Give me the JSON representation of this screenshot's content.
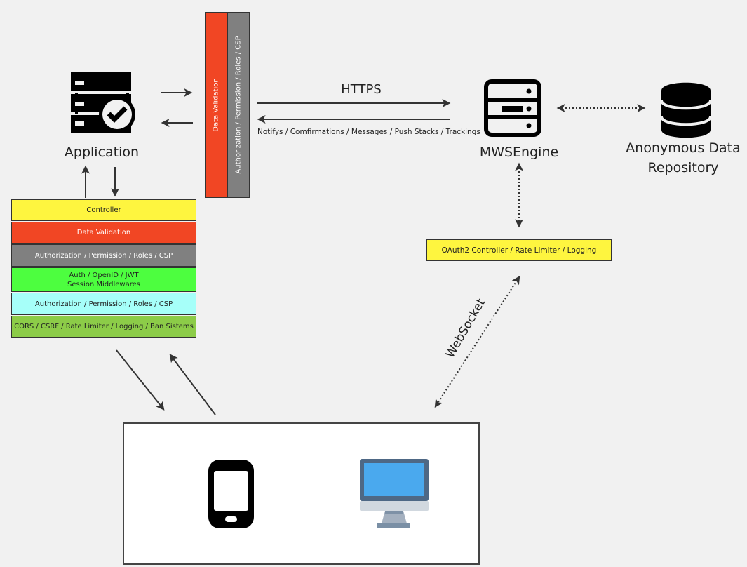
{
  "nodes": {
    "application": {
      "label": "Application",
      "icon": "server-check-icon"
    },
    "mwsengine": {
      "label": "MWSEngine",
      "icon": "server-icon"
    },
    "repository": {
      "label_line1": "Anonymous Data",
      "label_line2": "Repository",
      "icon": "database-icon"
    },
    "clients": {
      "icons": [
        "smartphone-icon",
        "desktop-monitor-icon"
      ]
    }
  },
  "middleware_stack": [
    {
      "label": "Controller",
      "color": "#fef53f",
      "text_color": "#222222"
    },
    {
      "label": "Data Validation",
      "color": "#f14624",
      "text_color": "#ffffff"
    },
    {
      "label": "Authorization / Permission / Roles / CSP",
      "color": "#808080",
      "text_color": "#ffffff"
    },
    {
      "label": "Auth / OpenID / JWT",
      "label2": "Session Middlewares",
      "color": "#4dfe3f",
      "text_color": "#222222"
    },
    {
      "label": "Authorization / Permission / Roles / CSP",
      "color": "#a6fff9",
      "text_color": "#222222"
    },
    {
      "label": "CORS / CSRF / Rate Limiter / Logging / Ban Sistems",
      "color": "#8ccc48",
      "text_color": "#222222"
    }
  ],
  "vertical_bars": [
    {
      "label": "Data Validation",
      "color": "#f14624"
    },
    {
      "label": "Authorization / Permission / Roles / CSP",
      "color": "#808080"
    }
  ],
  "connections": {
    "https_label": "HTTPS",
    "notify_label": "Notifys / Comfirmations / Messages / Push Stacks / Trackings",
    "websocket_label": "WebSocket"
  },
  "oauth_box": {
    "label": "OAuth2 Controller / Rate Limiter / Logging",
    "color": "#fef53f"
  }
}
